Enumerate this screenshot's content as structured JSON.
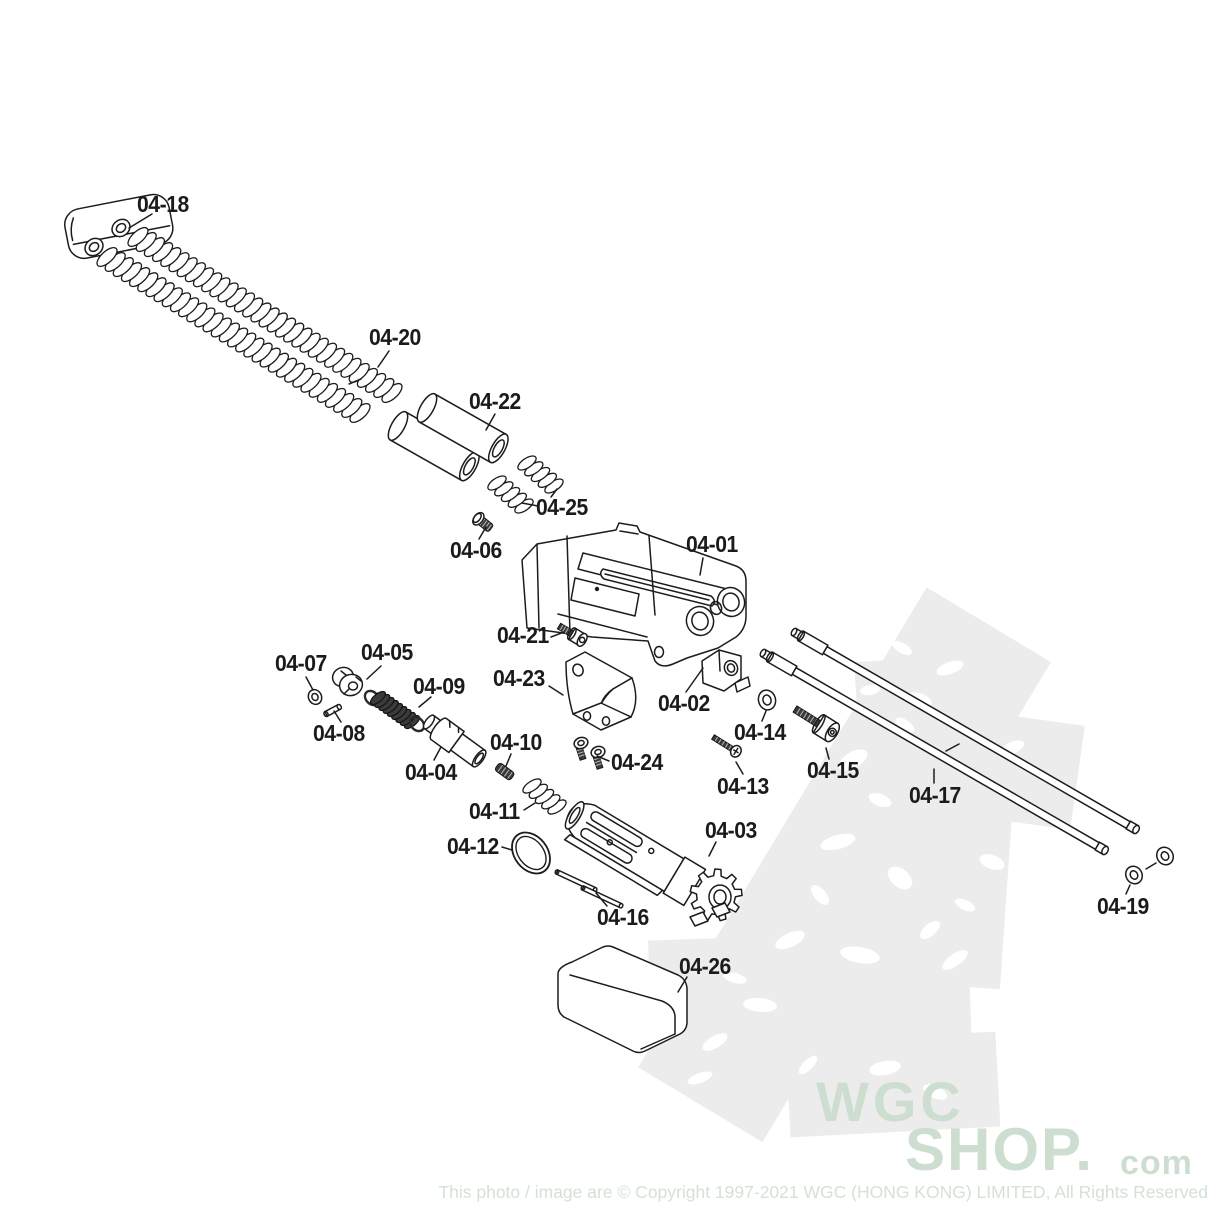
{
  "diagram": {
    "parts": [
      {
        "label": "04-01"
      },
      {
        "label": "04-02"
      },
      {
        "label": "04-03"
      },
      {
        "label": "04-04"
      },
      {
        "label": "04-05"
      },
      {
        "label": "04-06"
      },
      {
        "label": "04-07"
      },
      {
        "label": "04-08"
      },
      {
        "label": "04-09"
      },
      {
        "label": "04-10"
      },
      {
        "label": "04-11"
      },
      {
        "label": "04-12"
      },
      {
        "label": "04-13"
      },
      {
        "label": "04-14"
      },
      {
        "label": "04-15"
      },
      {
        "label": "04-16"
      },
      {
        "label": "04-17"
      },
      {
        "label": "04-18"
      },
      {
        "label": "04-19"
      },
      {
        "label": "04-20"
      },
      {
        "label": "04-21"
      },
      {
        "label": "04-22"
      },
      {
        "label": "04-23"
      },
      {
        "label": "04-24"
      },
      {
        "label": "04-25"
      },
      {
        "label": "04-26"
      }
    ]
  },
  "branding": {
    "logo_line1": "WGC",
    "logo_line2": "SHOP.",
    "logo_line2_tld": "com",
    "logo_color": "#cdded0",
    "copyright": "This photo / image are © Copyright 1997-2021 WGC (HONG KONG) LIMITED, All Rights Reserved"
  },
  "colors": {
    "background": "#ffffff",
    "line": "#1c1c1c",
    "dark_part": "#3b3b3b",
    "watermark_gray": "#ececec"
  }
}
